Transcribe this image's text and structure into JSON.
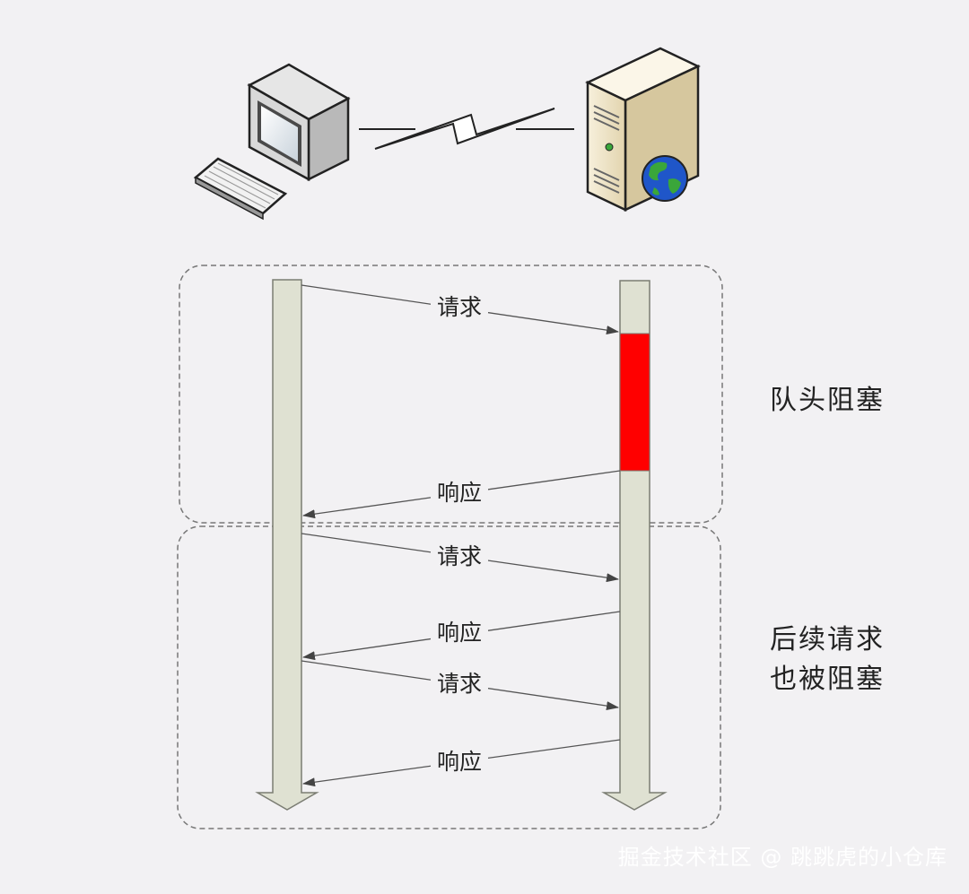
{
  "diagram": {
    "messages": [
      {
        "label": "请求",
        "dir": "right"
      },
      {
        "label": "响应",
        "dir": "left"
      },
      {
        "label": "请求",
        "dir": "right"
      },
      {
        "label": "响应",
        "dir": "left"
      },
      {
        "label": "请求",
        "dir": "right"
      },
      {
        "label": "响应",
        "dir": "left"
      }
    ],
    "group_labels": {
      "head_of_line": "队头阻塞",
      "subsequent_line1": "后续请求",
      "subsequent_line2": "也被阻塞"
    },
    "colors": {
      "background": "#f2f1f3",
      "lifeline_fill": "#dfe1d2",
      "lifeline_stroke": "#7b7d73",
      "blocked": "#ff0000",
      "group_border": "#777777",
      "server_body": "#efe4c7",
      "globe_water": "#1f56c9",
      "globe_land": "#3aa63a"
    },
    "icons": {
      "client": "desktop-computer-icon",
      "connection": "lightning-link-icon",
      "server": "web-server-icon"
    }
  },
  "watermark": "掘金技术社区 @ 跳跳虎的小仓库"
}
